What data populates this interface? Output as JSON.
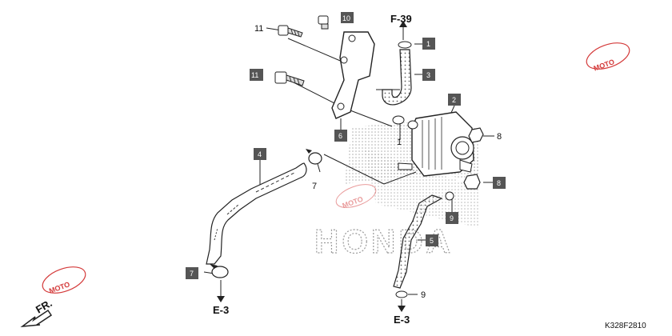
{
  "diagram": {
    "ref_top": "F-39",
    "ref_bottom_left": "E-3",
    "ref_bottom_right": "E-3",
    "front_label": "FR.",
    "code": "K328F2810",
    "brand_watermark": "HONDA",
    "site_watermark": "MOTO",
    "callouts": {
      "c1_box": "1",
      "c1_plain": "1",
      "c2": "2",
      "c3": "3",
      "c4": "4",
      "c5": "5",
      "c6": "6",
      "c7_box": "7",
      "c7_plain": "7",
      "c8_box": "8",
      "c8_plain": "8",
      "c9_box": "9",
      "c9_plain": "9",
      "c10": "10",
      "c11_plain": "11",
      "c11_box": "11"
    }
  }
}
